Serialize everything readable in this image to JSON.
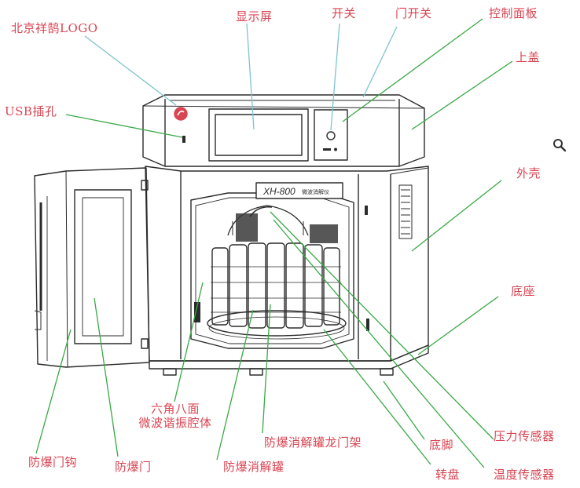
{
  "colors": {
    "label": "#d94452",
    "leader_green": "#39a845",
    "leader_cyan": "#7cc4cf",
    "outline": "#2b2b2b"
  },
  "device": {
    "panel_text": "XH-800",
    "panel_subtext": "微波消解仪"
  },
  "labels": {
    "logo": "北京祥鹄LOGO",
    "display": "显示屏",
    "power_switch": "开关",
    "door_switch": "门开关",
    "control_panel": "控制面板",
    "top_cover": "上盖",
    "usb_port": "USB插孔",
    "housing": "外壳",
    "base": "底座",
    "cavity_line1": "六角八面",
    "cavity_line2": "微波谐振腔体",
    "gantry": "防爆消解罐龙门架",
    "foot": "底脚",
    "pressure_sensor": "压力传感器",
    "door_hook": "防爆门钩",
    "door": "防爆门",
    "vessel": "防爆消解罐",
    "turntable": "转盘",
    "temp_sensor": "温度传感器"
  },
  "icons": {
    "zoom": "magnifier-icon"
  }
}
